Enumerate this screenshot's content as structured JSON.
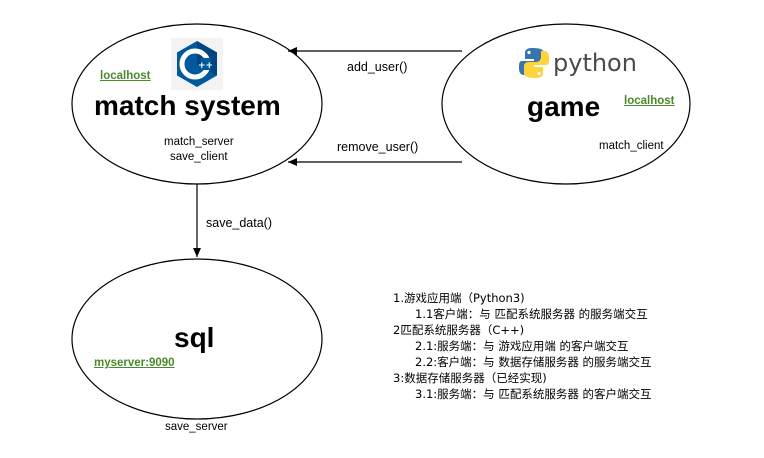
{
  "nodes": {
    "match": {
      "title": "match system",
      "host": "localhost",
      "lines": [
        "match_server",
        "save_client"
      ],
      "logo": "cpp-logo-icon"
    },
    "game": {
      "title": "game",
      "host": "localhost",
      "lines": [
        "match_client"
      ],
      "logo_text": "python",
      "logo": "python-logo-icon"
    },
    "sql": {
      "title": "sql",
      "host": "myserver:9090",
      "caption": "save_server"
    }
  },
  "edges": {
    "add_user": "add_user()",
    "remove_user": "remove_user()",
    "save_data": "save_data()"
  },
  "notes": [
    "1.游戏应用端（Python3)",
    "1.1客户端：与 匹配系统服务器 的服务端交互",
    "2匹配系统服务器（C++)",
    "2.1:服务端：与 游戏应用端 的客户端交互",
    "2.2:客户端：与 数据存储服务器 的服务端交互",
    "3:数据存储服务器（已经实现)",
    "3.1:服务端：与 匹配系统服务器 的客户端交互"
  ],
  "colors": {
    "link": "#4a8a2a",
    "cpp_blue": "#00599c",
    "py_blue": "#3776ab",
    "py_yellow": "#ffd43b"
  }
}
